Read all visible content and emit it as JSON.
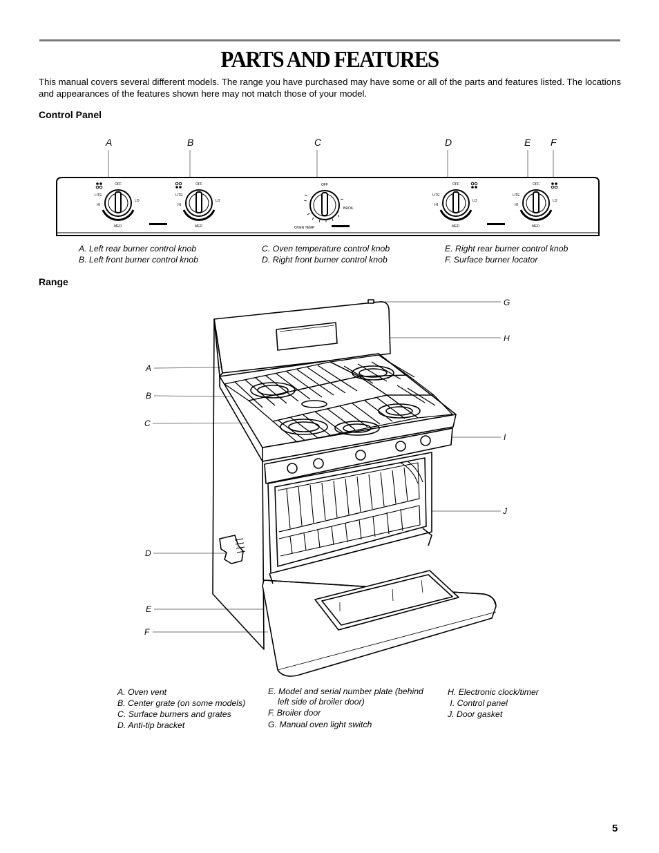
{
  "header": {
    "title": "PARTS AND FEATURES",
    "intro": "This manual covers several different models. The range you have purchased may have some or all of the parts and features listed. The locations and appearances of the features shown here may not match those of your model."
  },
  "control_panel": {
    "heading": "Control Panel",
    "letters": [
      "A",
      "B",
      "C",
      "D",
      "E",
      "F"
    ],
    "knob_labels": {
      "off": "OFF",
      "lite": "LITE",
      "hi": "HI",
      "lo": "LO",
      "med": "MED",
      "oven_temp": "OVEN TEMP",
      "broil": "BROIL"
    },
    "captions": [
      [
        "A. Left rear burner control knob",
        "B. Left front burner control knob"
      ],
      [
        "C. Oven temperature control knob",
        "D. Right front burner control knob"
      ],
      [
        "E. Right rear burner control knob",
        "F. Surface burner locator"
      ]
    ]
  },
  "range": {
    "heading": "Range",
    "left_letters": [
      "A",
      "B",
      "C",
      "D",
      "E",
      "F"
    ],
    "right_letters": [
      "G",
      "H",
      "I",
      "J"
    ],
    "captions_col1": [
      "A. Oven vent",
      "B. Center grate (on some models)",
      "C. Surface burners and grates",
      "D. Anti-tip bracket"
    ],
    "captions_col2": [
      "E. Model and serial number plate (behind",
      "left side of broiler door)",
      "F. Broiler door",
      "G. Manual oven light switch"
    ],
    "captions_col3": [
      "H. Electronic clock/timer",
      " I. Control panel",
      "J. Door gasket"
    ]
  },
  "footer": {
    "page_number": "5"
  }
}
